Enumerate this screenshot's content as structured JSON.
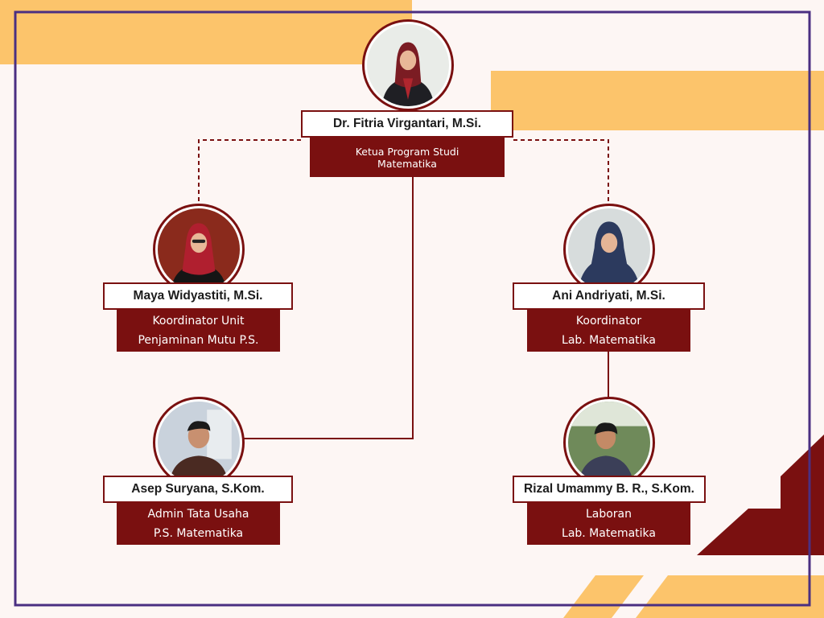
{
  "people": [
    {
      "id": "head",
      "name": "Dr. Fitria Virgantari, M.Si.",
      "role": [
        "Ketua Program Studi",
        "Matematika"
      ],
      "photo_bg": "#e9ece8",
      "hijab": "#7b1c23",
      "clothes": "#1f1f24"
    },
    {
      "id": "quality",
      "name": "Maya Widyastiti, M.Si.",
      "role": [
        "Koordinator Unit",
        "Penjaminan Mutu P.S."
      ],
      "photo_bg": "#8a2a1c",
      "hijab": "#b01f2f",
      "clothes": "#151515"
    },
    {
      "id": "lab",
      "name": "Ani Andriyati, M.Si.",
      "role": [
        "Koordinator",
        "Lab. Matematika"
      ],
      "photo_bg": "#d7dcdc",
      "hijab": "#2c3a5e",
      "clothes": "#2c3a5e"
    },
    {
      "id": "admin",
      "name": "Asep Suryana, S.Kom.",
      "role": [
        "Admin Tata Usaha",
        "P.S. Matematika"
      ],
      "photo_bg": "#c9d2dc",
      "hijab": null,
      "clothes": "#4a2a22"
    },
    {
      "id": "laboran",
      "name": "Rizal Umammy B. R., S.Kom.",
      "role": [
        "Laboran",
        "Lab. Matematika"
      ],
      "photo_bg": "#6f8a5a",
      "hijab": null,
      "clothes": "#3b3f58"
    }
  ],
  "colors": {
    "accent": "#7a1010",
    "frame": "#4a2f82",
    "stripe": "#fcc46b",
    "background": "#fdf6f4"
  }
}
